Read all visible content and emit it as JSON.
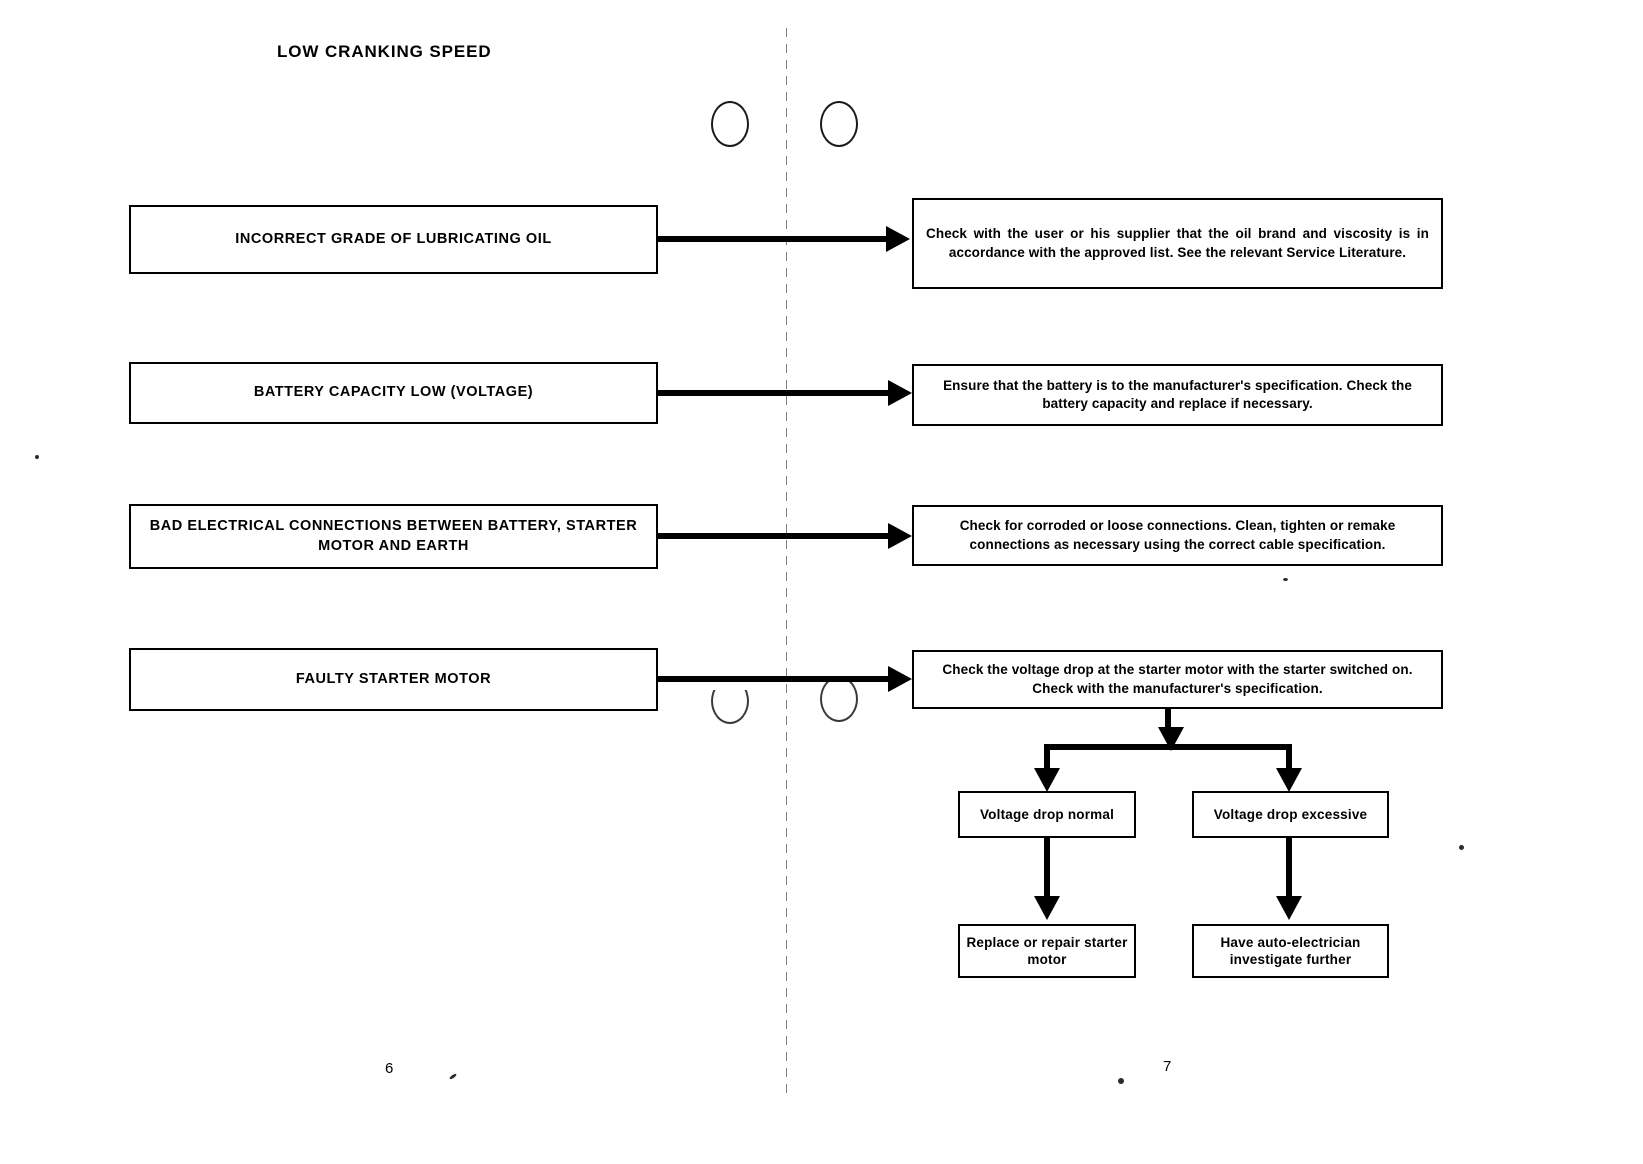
{
  "document": {
    "title": "LOW CRANKING SPEED",
    "page_number_left": "6",
    "page_number_right": "7"
  },
  "chart_data": {
    "type": "diagram",
    "title": "LOW CRANKING SPEED",
    "description": "Fault-finding flow chart pairing possible causes with corrective actions",
    "layout": "two-column cause/action table with a downstream decision branch"
  },
  "rows": [
    {
      "cause": "INCORRECT GRADE OF LUBRICATING OIL",
      "action": "Check with the user or his supplier that the oil brand and viscosity is in accordance with the approved list. See the relevant Service Literature."
    },
    {
      "cause": "BATTERY CAPACITY LOW (VOLTAGE)",
      "action": "Ensure that the battery is to the manufacturer's specification. Check the battery capacity and replace if necessary."
    },
    {
      "cause": "BAD ELECTRICAL CONNECTIONS BETWEEN BATTERY, STARTER MOTOR AND EARTH",
      "action": "Check for corroded or loose connections. Clean, tighten or remake connections as necessary using the correct cable specification."
    },
    {
      "cause": "FAULTY STARTER MOTOR",
      "action": "Check the voltage drop at the starter motor with the starter switched on. Check with the manufacturer's specification."
    }
  ],
  "branch": {
    "left_condition": "Voltage drop normal",
    "right_condition": "Voltage drop excessive",
    "left_outcome": "Replace or repair starter motor",
    "right_outcome": "Have auto-electrician investigate further"
  },
  "colors": {
    "ink": "#000000",
    "paper": "#ffffff"
  }
}
